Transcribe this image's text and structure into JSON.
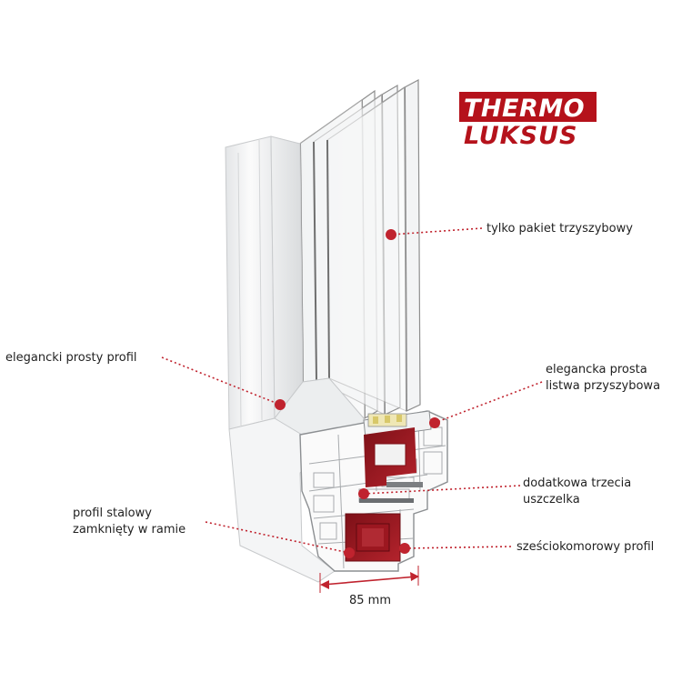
{
  "logo": {
    "line1": "THERMO",
    "line2": "LUKSUS",
    "color": "#b5121b"
  },
  "callouts": [
    {
      "id": "glass",
      "lines": [
        "tylko pakiet trzyszybowy"
      ]
    },
    {
      "id": "profile",
      "lines": [
        "elegancki prosty profil"
      ]
    },
    {
      "id": "bead",
      "lines": [
        "elegancka prosta",
        "listwa przyszybowa"
      ]
    },
    {
      "id": "seal",
      "lines": [
        "dodatkowa trzecia",
        "uszczelka"
      ]
    },
    {
      "id": "steel",
      "lines": [
        "profil stalowy",
        "zamknięty w ramie"
      ]
    },
    {
      "id": "chambers",
      "lines": [
        "sześciokomorowy profil"
      ]
    }
  ],
  "dimension": {
    "label": "85 mm"
  },
  "colors": {
    "accent": "#c0232e",
    "steel": "#9b1b22",
    "frame": "#f3f4f5",
    "glass_edge": "#9a9a9a"
  }
}
